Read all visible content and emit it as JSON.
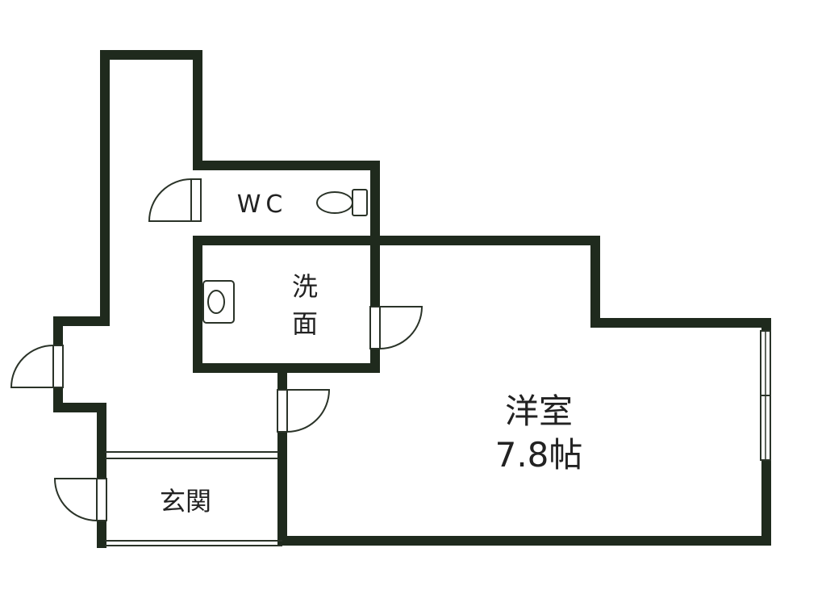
{
  "rooms": {
    "wc": "WC",
    "washroom_line1": "洗",
    "washroom_line2": "面",
    "western_room_name": "洋室",
    "western_room_size": "7.8帖",
    "entrance": "玄関"
  },
  "icons": {
    "toilet": "toilet-icon",
    "sink": "sink-icon",
    "door": "door-swing-icon",
    "window": "window-icon"
  },
  "colors": {
    "wall": "#1f2a1d",
    "background": "#ffffff"
  }
}
